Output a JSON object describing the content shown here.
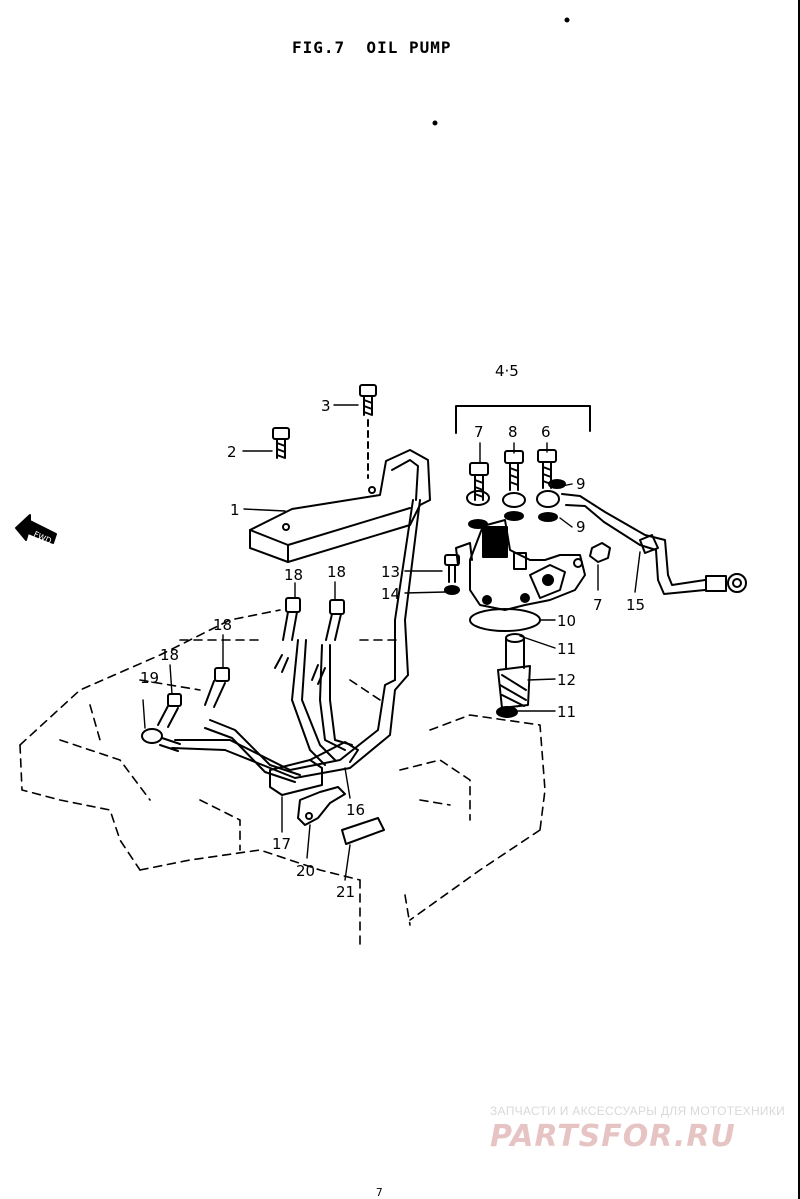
{
  "figure": {
    "title": "FIG.7  OIL PUMP"
  },
  "callouts": [
    {
      "id": "c1",
      "text": "1"
    },
    {
      "id": "c2",
      "text": "2"
    },
    {
      "id": "c3",
      "text": "3"
    },
    {
      "id": "c45",
      "text": "4·5"
    },
    {
      "id": "c6",
      "text": "6"
    },
    {
      "id": "c7a",
      "text": "7"
    },
    {
      "id": "c7b",
      "text": "7"
    },
    {
      "id": "c8",
      "text": "8"
    },
    {
      "id": "c9a",
      "text": "9"
    },
    {
      "id": "c9b",
      "text": "9"
    },
    {
      "id": "c10",
      "text": "10"
    },
    {
      "id": "c11a",
      "text": "11"
    },
    {
      "id": "c11b",
      "text": "11"
    },
    {
      "id": "c12",
      "text": "12"
    },
    {
      "id": "c13",
      "text": "13"
    },
    {
      "id": "c14",
      "text": "14"
    },
    {
      "id": "c15",
      "text": "15"
    },
    {
      "id": "c16",
      "text": "16"
    },
    {
      "id": "c17",
      "text": "17"
    },
    {
      "id": "c18a",
      "text": "18"
    },
    {
      "id": "c18b",
      "text": "18"
    },
    {
      "id": "c18c",
      "text": "18"
    },
    {
      "id": "c18d",
      "text": "18"
    },
    {
      "id": "c19",
      "text": "19"
    },
    {
      "id": "c20",
      "text": "20"
    },
    {
      "id": "c21",
      "text": "21"
    }
  ],
  "direction_arrow": {
    "label": "FWD"
  },
  "watermark": {
    "caption": "ЗАПЧАСТИ И АКСЕССУАРЫ ДЛЯ МОТОТЕХНИКИ",
    "logo_text": "PARTSFOR.RU",
    "color": "#e7c4c4"
  },
  "page_number": "7"
}
